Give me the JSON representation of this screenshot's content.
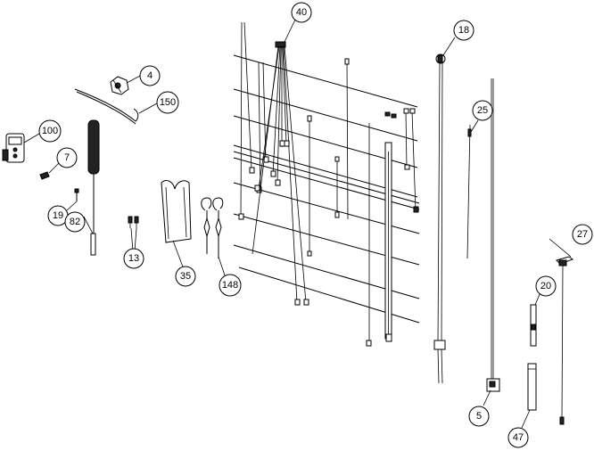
{
  "callouts": {
    "c40": "40",
    "c18": "18",
    "c4": "4",
    "c150": "150",
    "c100": "100",
    "c25": "25",
    "c7": "7",
    "c19": "19",
    "c82": "82",
    "c13": "13",
    "c35": "35",
    "c148": "148",
    "c27": "27",
    "c20": "20",
    "c5": "5",
    "c47": "47"
  }
}
